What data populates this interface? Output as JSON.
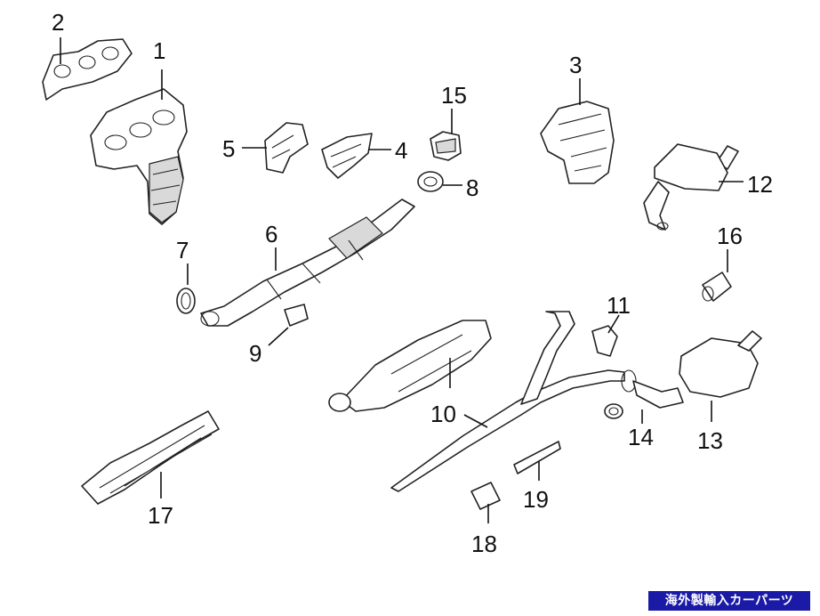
{
  "diagram": {
    "callouts": {
      "c1": "1",
      "c2": "2",
      "c3": "3",
      "c4": "4",
      "c5": "5",
      "c6": "6",
      "c7": "7",
      "c8": "8",
      "c9": "9",
      "c10": "10",
      "c11": "11",
      "c12": "12",
      "c13": "13",
      "c14": "14",
      "c15": "15",
      "c16": "16",
      "c17": "17",
      "c18": "18",
      "c19": "19"
    }
  },
  "watermark": {
    "text": "海外製輸入カーパーツ",
    "background": "#1a1aa6",
    "color": "#ffffff"
  }
}
